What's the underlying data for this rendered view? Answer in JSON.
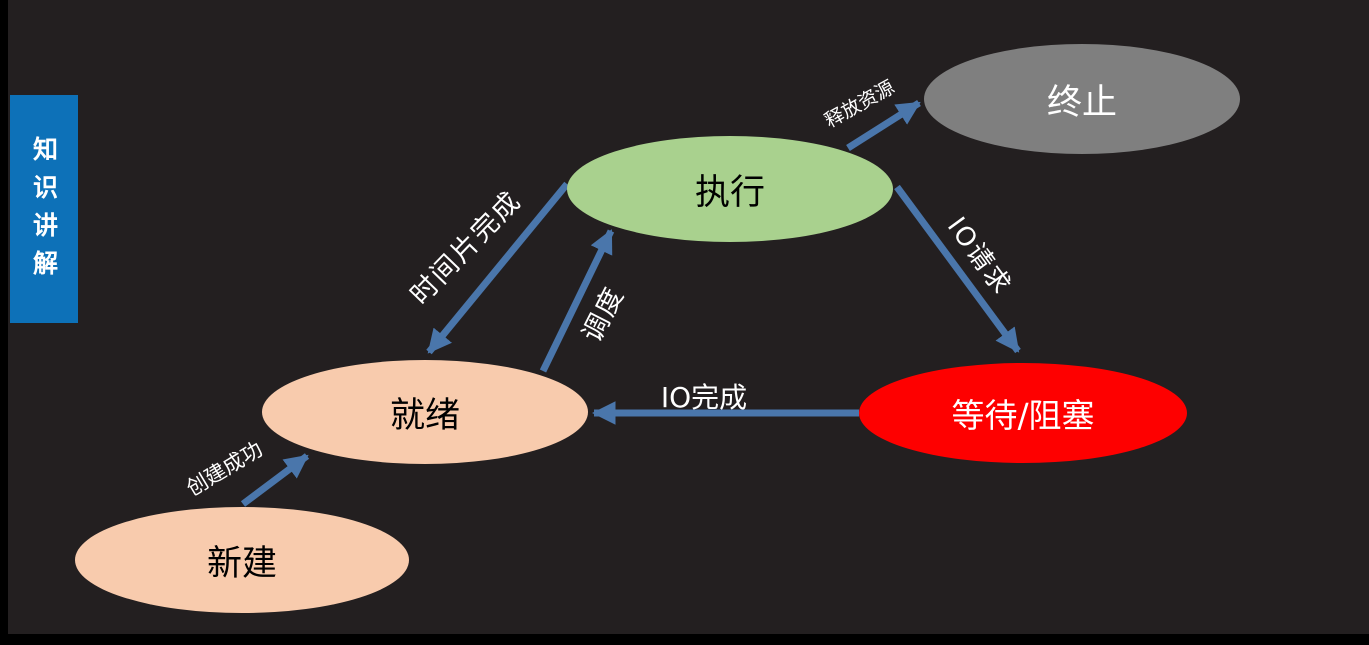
{
  "background_color": "#231f20",
  "sidebar": {
    "label": "知识讲解",
    "color": "#0d71b8",
    "text_color": "#ffffff"
  },
  "diagram": {
    "arrow_color": "#4a76ab",
    "edge_label_color": "#ffffff",
    "nodes": [
      {
        "id": "new",
        "label": "新建",
        "fill": "#f8cbad",
        "text_color": "#000000"
      },
      {
        "id": "ready",
        "label": "就绪",
        "fill": "#f8cbad",
        "text_color": "#000000"
      },
      {
        "id": "running",
        "label": "执行",
        "fill": "#a9d18e",
        "text_color": "#000000"
      },
      {
        "id": "blocked",
        "label": "等待/阻塞",
        "fill": "#fe0000",
        "text_color": "#ffffff"
      },
      {
        "id": "terminated",
        "label": "终止",
        "fill": "#7f7f7f",
        "text_color": "#ffffff"
      }
    ],
    "edges": [
      {
        "label": "创建成功",
        "from": "new",
        "to": "ready"
      },
      {
        "label": "时间片完成",
        "from": "running",
        "to": "ready"
      },
      {
        "label": "调度",
        "from": "ready",
        "to": "running"
      },
      {
        "label": "释放资源",
        "from": "running",
        "to": "terminated"
      },
      {
        "label": "IO请求",
        "from": "running",
        "to": "blocked"
      },
      {
        "label": "IO完成",
        "from": "blocked",
        "to": "ready"
      }
    ]
  }
}
